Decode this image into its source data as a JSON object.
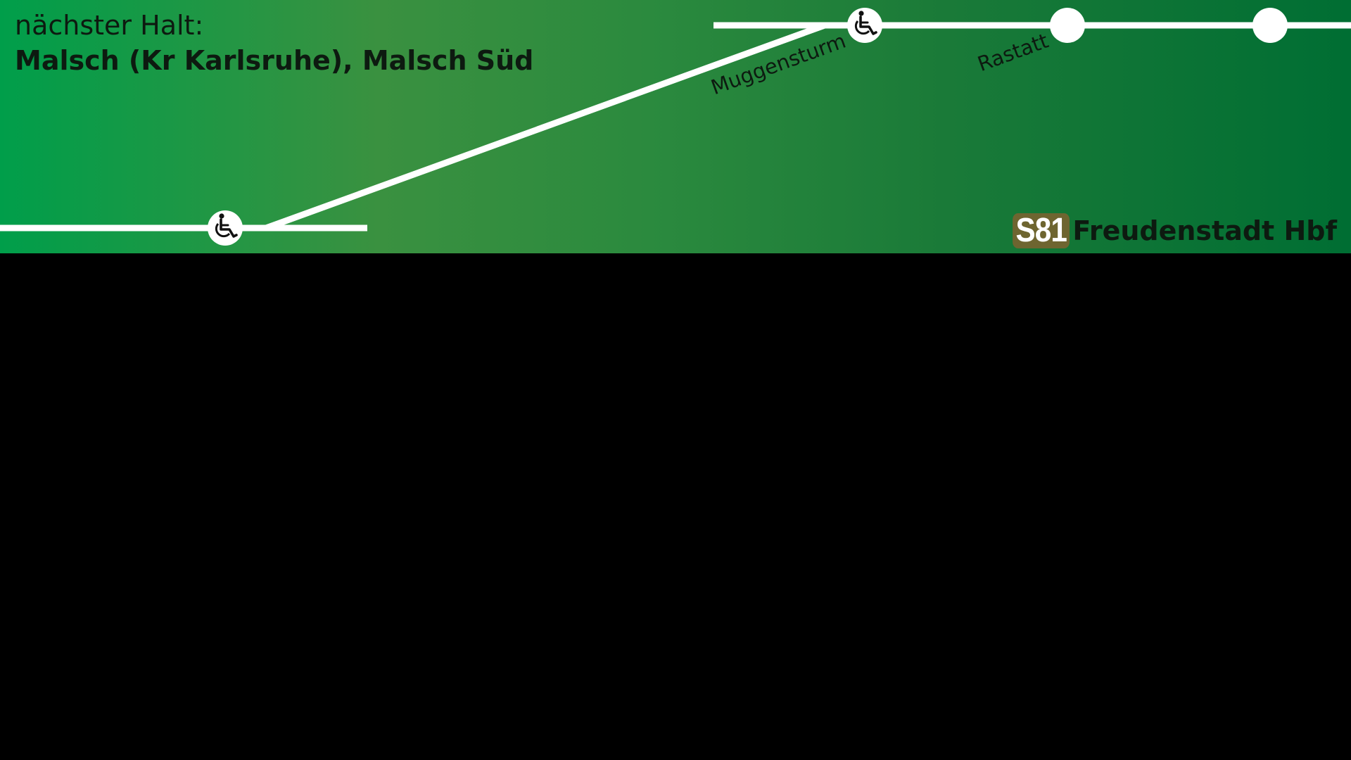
{
  "header": {
    "next_stop_label": "nächster Halt:",
    "next_stop_name": "Malsch (Kr Karlsruhe), Malsch Süd"
  },
  "route": {
    "stops": [
      {
        "name": "Muggensturm",
        "accessible": true
      },
      {
        "name": "Rastatt",
        "accessible": false
      },
      {
        "name": "",
        "accessible": false
      }
    ],
    "current_stop_accessible": true
  },
  "destination": {
    "line": "S81",
    "name": "Freudenstadt Hbf"
  },
  "colors": {
    "banner_start": "#009e4a",
    "banner_end": "#006e33",
    "line_badge": "#6e6530",
    "track": "#ffffff",
    "background": "#000000"
  }
}
